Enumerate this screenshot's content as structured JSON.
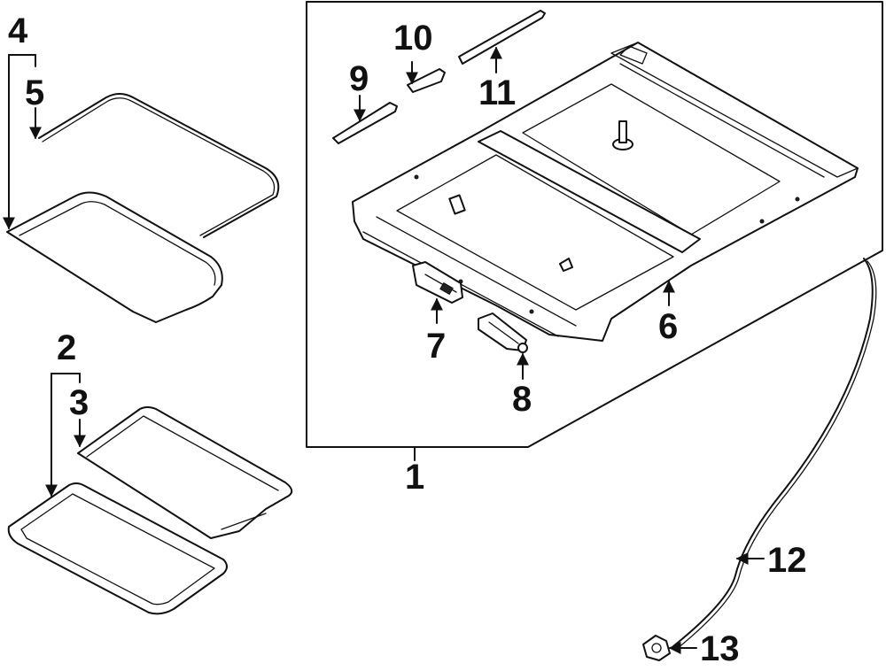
{
  "diagram": {
    "callouts": {
      "n1": "1",
      "n2": "2",
      "n3": "3",
      "n4": "4",
      "n5": "5",
      "n6": "6",
      "n7": "7",
      "n8": "8",
      "n9": "9",
      "n10": "10",
      "n11": "11",
      "n12": "12",
      "n13": "13"
    }
  }
}
